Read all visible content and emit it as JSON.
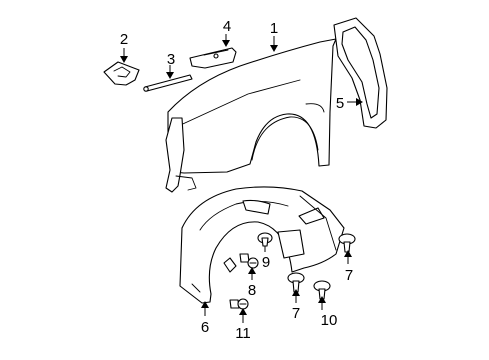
{
  "diagram": {
    "callouts": [
      {
        "id": "c1",
        "label": "1"
      },
      {
        "id": "c2",
        "label": "2"
      },
      {
        "id": "c3",
        "label": "3"
      },
      {
        "id": "c4",
        "label": "4"
      },
      {
        "id": "c5",
        "label": "5"
      },
      {
        "id": "c6",
        "label": "6"
      },
      {
        "id": "c7a",
        "label": "7"
      },
      {
        "id": "c7b",
        "label": "7"
      },
      {
        "id": "c8",
        "label": "8"
      },
      {
        "id": "c9",
        "label": "9"
      },
      {
        "id": "c10",
        "label": "10"
      },
      {
        "id": "c11",
        "label": "11"
      }
    ]
  }
}
